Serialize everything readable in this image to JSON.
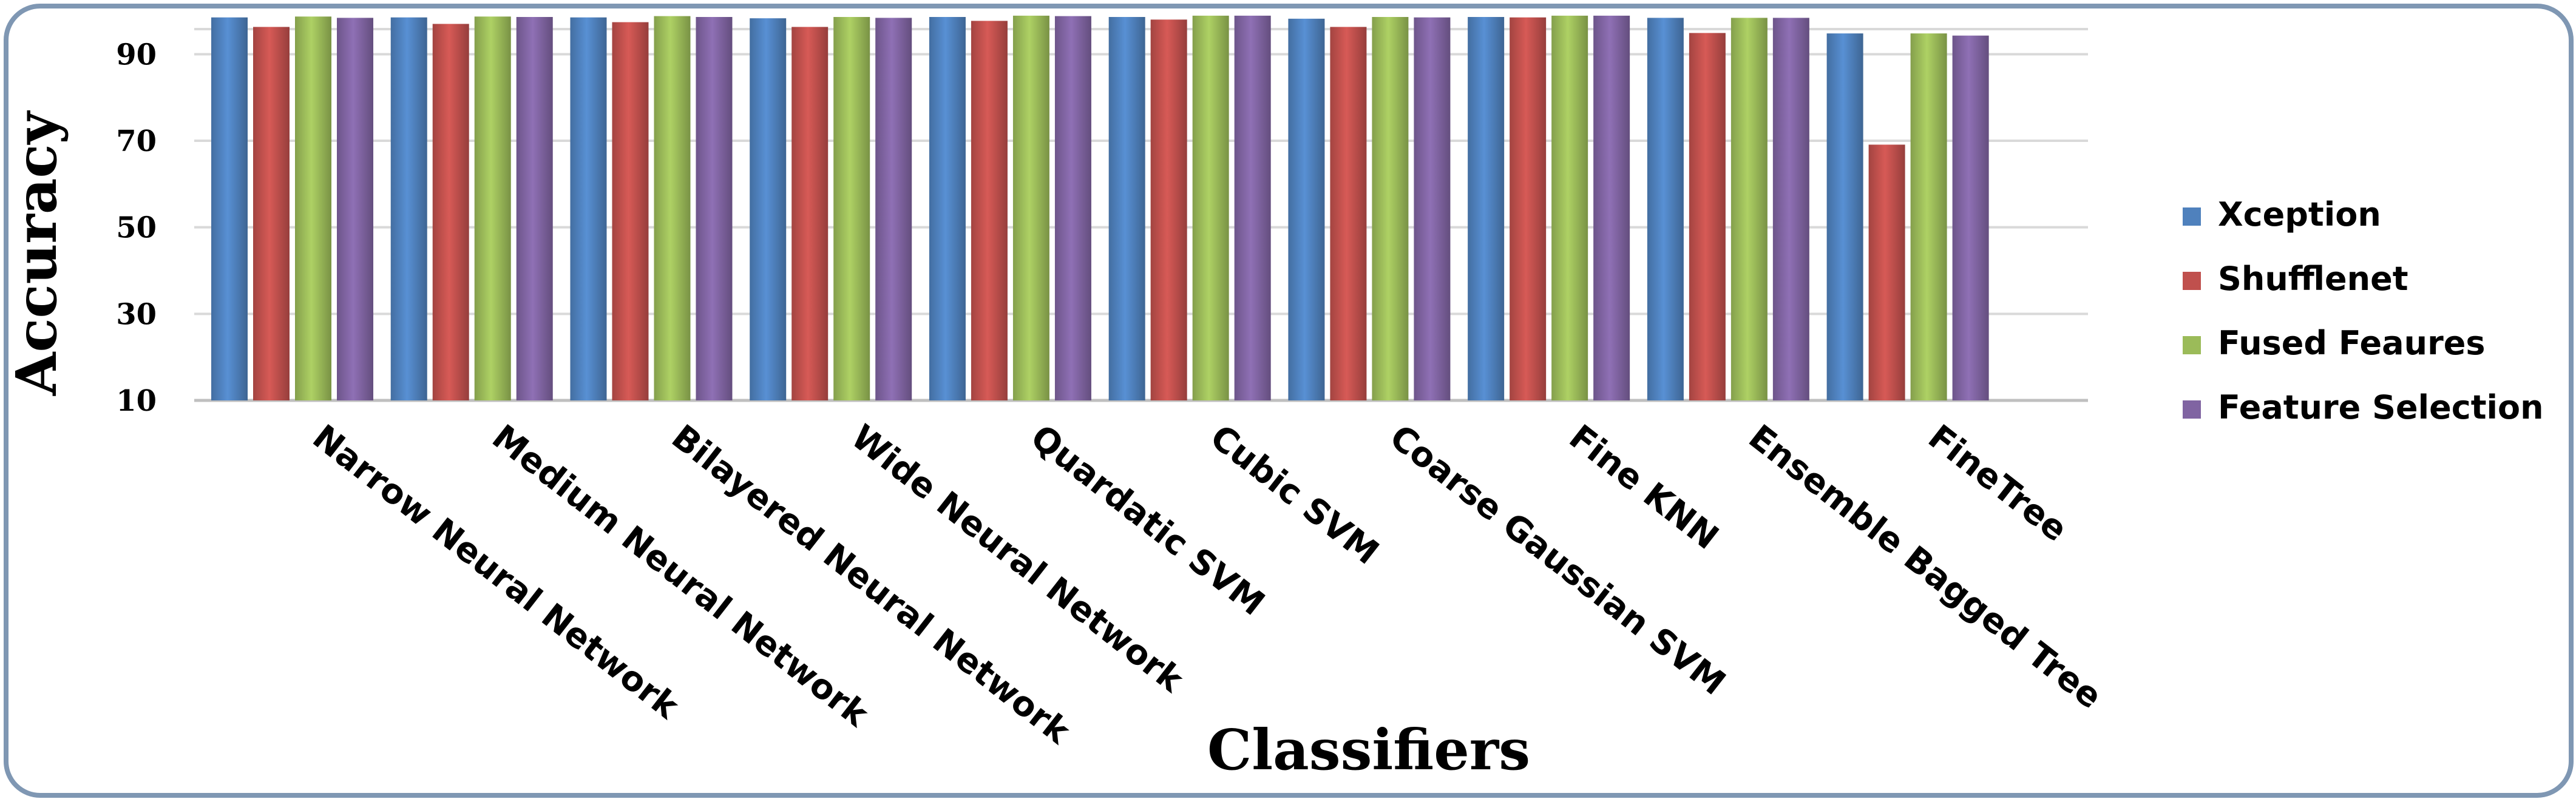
{
  "chart_data": {
    "type": "bar",
    "title": "",
    "xlabel": "Classifiers",
    "ylabel": "Accuracy",
    "ylim": [
      10,
      100
    ],
    "yticks": [
      10,
      30,
      50,
      70,
      90
    ],
    "grid": true,
    "legend_position": "right",
    "categories": [
      "Narrow Neural Network",
      "Medium Neural Network",
      "Bilayered Neural Network",
      "Wide Neural Network",
      "Quardatic SVM",
      "Cubic SVM",
      "Coarse Gaussian SVM",
      "Fine KNN",
      "Ensemble Bagged Tree",
      "FineTree"
    ],
    "series": [
      {
        "name": "Xception",
        "color": "#4f81bd",
        "values": [
          98.5,
          98.5,
          98.5,
          98.3,
          98.6,
          98.6,
          98.2,
          98.6,
          98.4,
          94.8
        ]
      },
      {
        "name": "Shufflenet",
        "color": "#c0504d",
        "values": [
          96.3,
          97.0,
          97.4,
          96.3,
          97.7,
          98.0,
          96.3,
          98.5,
          94.9,
          69.1
        ]
      },
      {
        "name": "Fused Feaures",
        "color": "#9bbb59",
        "values": [
          98.7,
          98.7,
          98.8,
          98.6,
          98.9,
          98.9,
          98.6,
          98.9,
          98.4,
          94.8
        ]
      },
      {
        "name": "Feature Selection",
        "color": "#8064a2",
        "values": [
          98.4,
          98.6,
          98.6,
          98.4,
          98.8,
          98.9,
          98.5,
          98.9,
          98.4,
          94.3
        ]
      }
    ]
  }
}
